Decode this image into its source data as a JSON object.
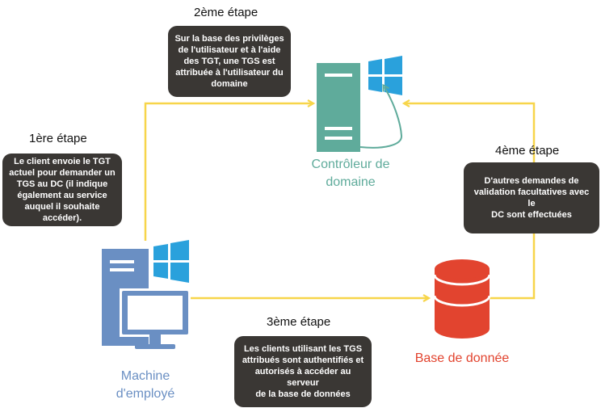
{
  "colors": {
    "connector": "#f7d54a",
    "dc": "#5fab9b",
    "machine": "#6a8fc3",
    "db": "#e2442f",
    "windows": "#2aa1dc",
    "card_bg": "#3a3734"
  },
  "icons": {
    "dc_server": "server-icon",
    "dc_logo": "windows-logo-icon",
    "machine_tower": "computer-tower-icon",
    "machine_monitor": "monitor-icon",
    "machine_logo": "windows-logo-icon",
    "database": "database-icon"
  },
  "nodes": {
    "dc": {
      "line1": "Contrôleur de",
      "line2": "domaine"
    },
    "machine": {
      "line1": "Machine",
      "line2": "d'employé"
    },
    "db": {
      "label": "Base de donnée"
    }
  },
  "steps": [
    {
      "title": "1ère étape",
      "lines": [
        "Le client envoie le TGT",
        "actuel pour demander un",
        "TGS au DC (il indique",
        "également au service",
        "auquel il souhaite accéder)."
      ]
    },
    {
      "title": "2ème étape",
      "lines": [
        "Sur la base des privilèges",
        "de l'utilisateur et à l'aide",
        "des TGT, une TGS est",
        "attribuée à l'utilisateur du",
        "domaine"
      ]
    },
    {
      "title": "3ème étape",
      "lines": [
        "Les clients utilisant les TGS",
        "attribués sont authentifiés et",
        "autorisés à accéder au serveur",
        "de la base de données"
      ]
    },
    {
      "title": "4ème étape",
      "lines": [
        "D'autres demandes de",
        "validation facultatives avec le",
        "DC sont effectuées"
      ]
    }
  ]
}
